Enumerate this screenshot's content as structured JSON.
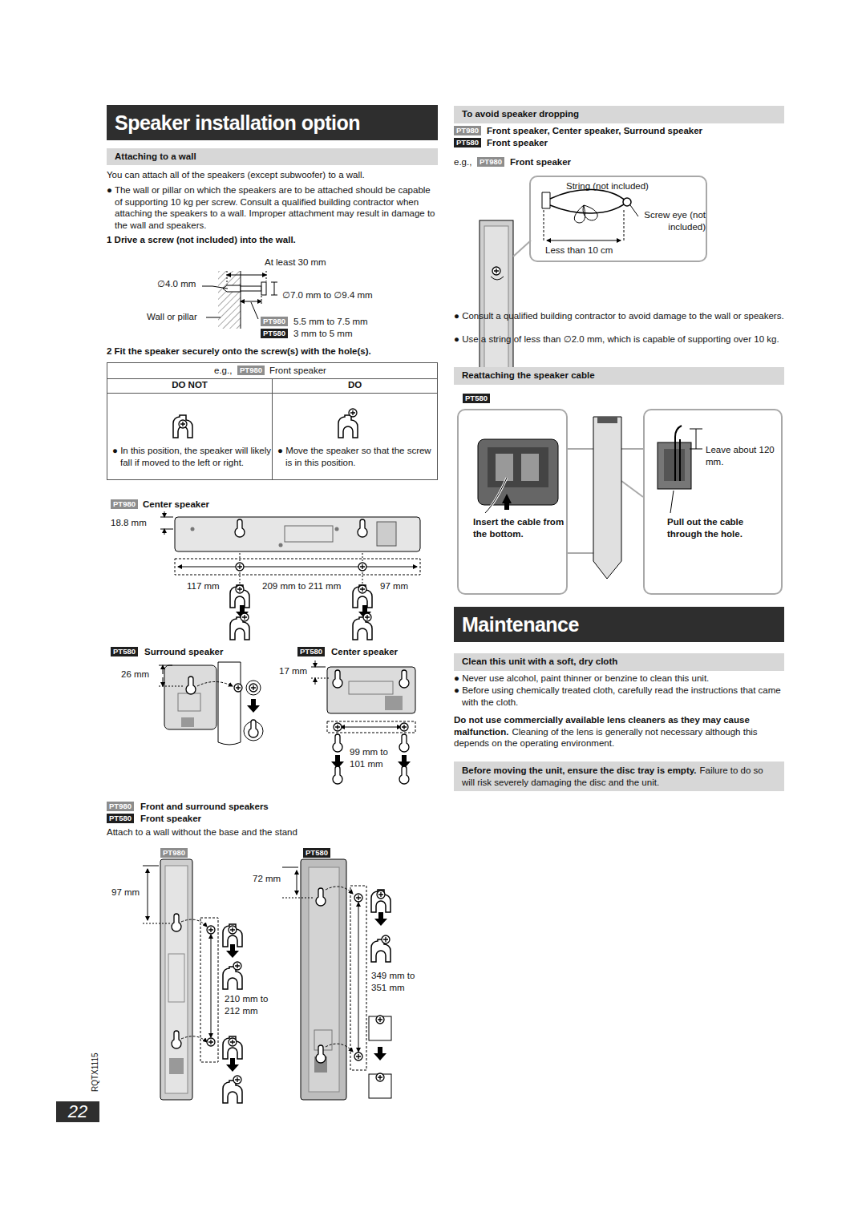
{
  "diagram": {
    "nodes": [
      {
        "text": [
          "Speaker installation option"
        ]
      },
      {
        "text": [
          "Attaching to a wall"
        ]
      },
      {
        "text": [
          "PT980"
        ]
      },
      {
        "text": [
          "PT580"
        ]
      },
      {
        "text": [
          "e.g.,",
          "Front speaker"
        ]
      },
      {
        "text": [
          "PT980"
        ],
        "in": 4
      },
      {
        "text": [
          "DO NOT"
        ]
      },
      {
        "text": [
          "DO"
        ]
      },
      {
        "text": [
          "● In this position, the speaker will likely fall if moved to the left or right."
        ]
      },
      {
        "text": [
          "● Move the speaker so that the screw is in this position."
        ]
      },
      {
        "text": [
          "PT980"
        ]
      },
      {
        "text": [
          "PT580"
        ]
      },
      {
        "text": [
          "PT580"
        ]
      },
      {
        "text": [
          "PT980"
        ]
      },
      {
        "text": [
          "PT580"
        ]
      },
      {
        "text": [
          "PT980"
        ]
      },
      {
        "text": [
          "PT580"
        ]
      },
      {
        "text": [
          "22"
        ]
      },
      {
        "text": [
          "To avoid speaker dropping"
        ]
      },
      {
        "text": [
          "PT980"
        ]
      },
      {
        "text": [
          "PT580"
        ]
      },
      {
        "text": [
          "PT980"
        ]
      },
      {
        "text": [
          "String (not included)",
          "Screw eye (not included)",
          "Less than 10 cm"
        ]
      },
      {
        "text": [
          "Reattaching the speaker cable"
        ]
      },
      {
        "text": [
          "PT580"
        ]
      },
      {
        "text": [
          "Insert the cable from the bottom."
        ]
      },
      {
        "text": [
          "Leave about 120 mm.",
          "Pull out the cable through the hole."
        ]
      },
      {
        "text": [
          "Maintenance"
        ]
      },
      {
        "text": [
          "Clean this unit with a soft, dry cloth"
        ]
      },
      {
        "text": [
          "Before moving the unit, ensure the disc tray is empty.",
          "Failure to do so will risk severely damaging the disc and the unit."
        ]
      }
    ],
    "labels": [
      "You can attach all of the speakers (except subwoofer) to a wall.",
      "● The wall or pillar on which the speakers are to be attached should be capable of supporting 10 kg per screw. Consult a qualified building contractor when attaching the speakers to a wall. Improper attachment may result in damage to the wall and speakers.",
      "1  Drive a screw (not included) into the wall.",
      "At least 30 mm",
      "∅4.0 mm",
      "∅7.0 mm to ∅9.4 mm",
      "Wall or pillar",
      "5.5 mm to 7.5 mm",
      "3 mm to 5 mm",
      "2  Fit the speaker securely onto the screw(s) with the hole(s).",
      "Center speaker",
      "18.8 mm",
      "117 mm",
      "209 mm to 211 mm",
      "97 mm",
      "Surround speaker",
      "Center speaker",
      "26 mm",
      "17 mm",
      "99 mm to 101 mm",
      "Front and surround speakers",
      "Front speaker",
      "Attach to a wall without the base and the stand",
      "97 mm",
      "72 mm",
      "349 mm to 351 mm",
      "210 mm to 212 mm",
      "RQTX1115",
      "Front speaker, Center speaker, Surround speaker",
      "Front speaker",
      "e.g.,",
      "Front speaker",
      "● Consult a qualified building contractor to avoid damage to the wall or speakers.",
      "● Use a string of less than ∅2.0 mm, which is capable of supporting over 10 kg.",
      "● Never use alcohol, paint thinner or benzine to clean this unit.",
      "● Before using chemically treated cloth, carefully read the instructions that came with the cloth.",
      "Do not use commercially available lens cleaners as they may cause malfunction.",
      "Cleaning of the lens is generally not necessary although this depends on the operating environment."
    ]
  }
}
